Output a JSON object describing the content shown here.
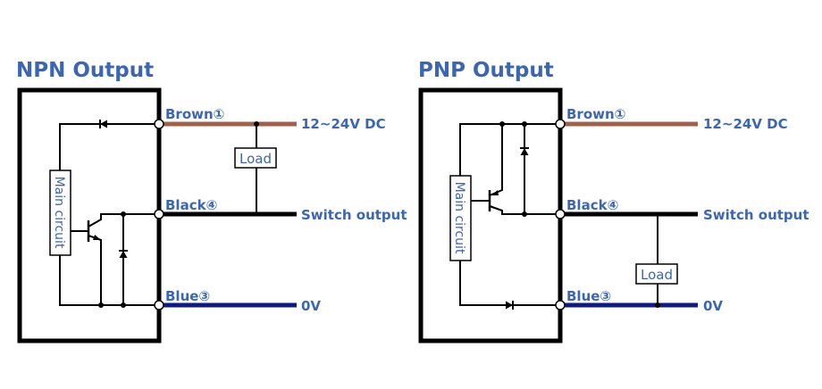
{
  "diagrams": [
    {
      "id": "npn",
      "title": "NPN Output",
      "terminals": [
        {
          "wire": "Brown",
          "number": "①",
          "signal": "12~24V DC",
          "color": "#a0604a"
        },
        {
          "wire": "Black",
          "number": "④",
          "signal": "Switch output",
          "color": "#000000"
        },
        {
          "wire": "Blue",
          "number": "③",
          "signal": "0V",
          "color": "#0d1a8a"
        }
      ],
      "main_circuit_label": "Main circuit",
      "load_label": "Load",
      "load_between": [
        "Brown",
        "Black"
      ],
      "transistor": "NPN"
    },
    {
      "id": "pnp",
      "title": "PNP Output",
      "terminals": [
        {
          "wire": "Brown",
          "number": "①",
          "signal": "12~24V DC",
          "color": "#a0604a"
        },
        {
          "wire": "Black",
          "number": "④",
          "signal": "Switch output",
          "color": "#000000"
        },
        {
          "wire": "Blue",
          "number": "③",
          "signal": "0V",
          "color": "#0d1a8a"
        }
      ],
      "main_circuit_label": "Main circuit",
      "load_label": "Load",
      "load_between": [
        "Black",
        "Blue"
      ],
      "transistor": "PNP"
    }
  ],
  "npn_title": "NPN Output",
  "pnp_title": "PNP Output",
  "labels": {
    "brown": "Brown①",
    "black": "Black④",
    "blue": "Blue③",
    "v_supply": "12~24V DC",
    "switch_output": "Switch output",
    "zero_v": "0V",
    "load": "Load",
    "main_circuit": "Main circuit"
  },
  "colors": {
    "title": "#3b66b3",
    "brown_wire": "#a0604a",
    "black_wire": "#000000",
    "blue_wire": "#0d1a8a"
  }
}
